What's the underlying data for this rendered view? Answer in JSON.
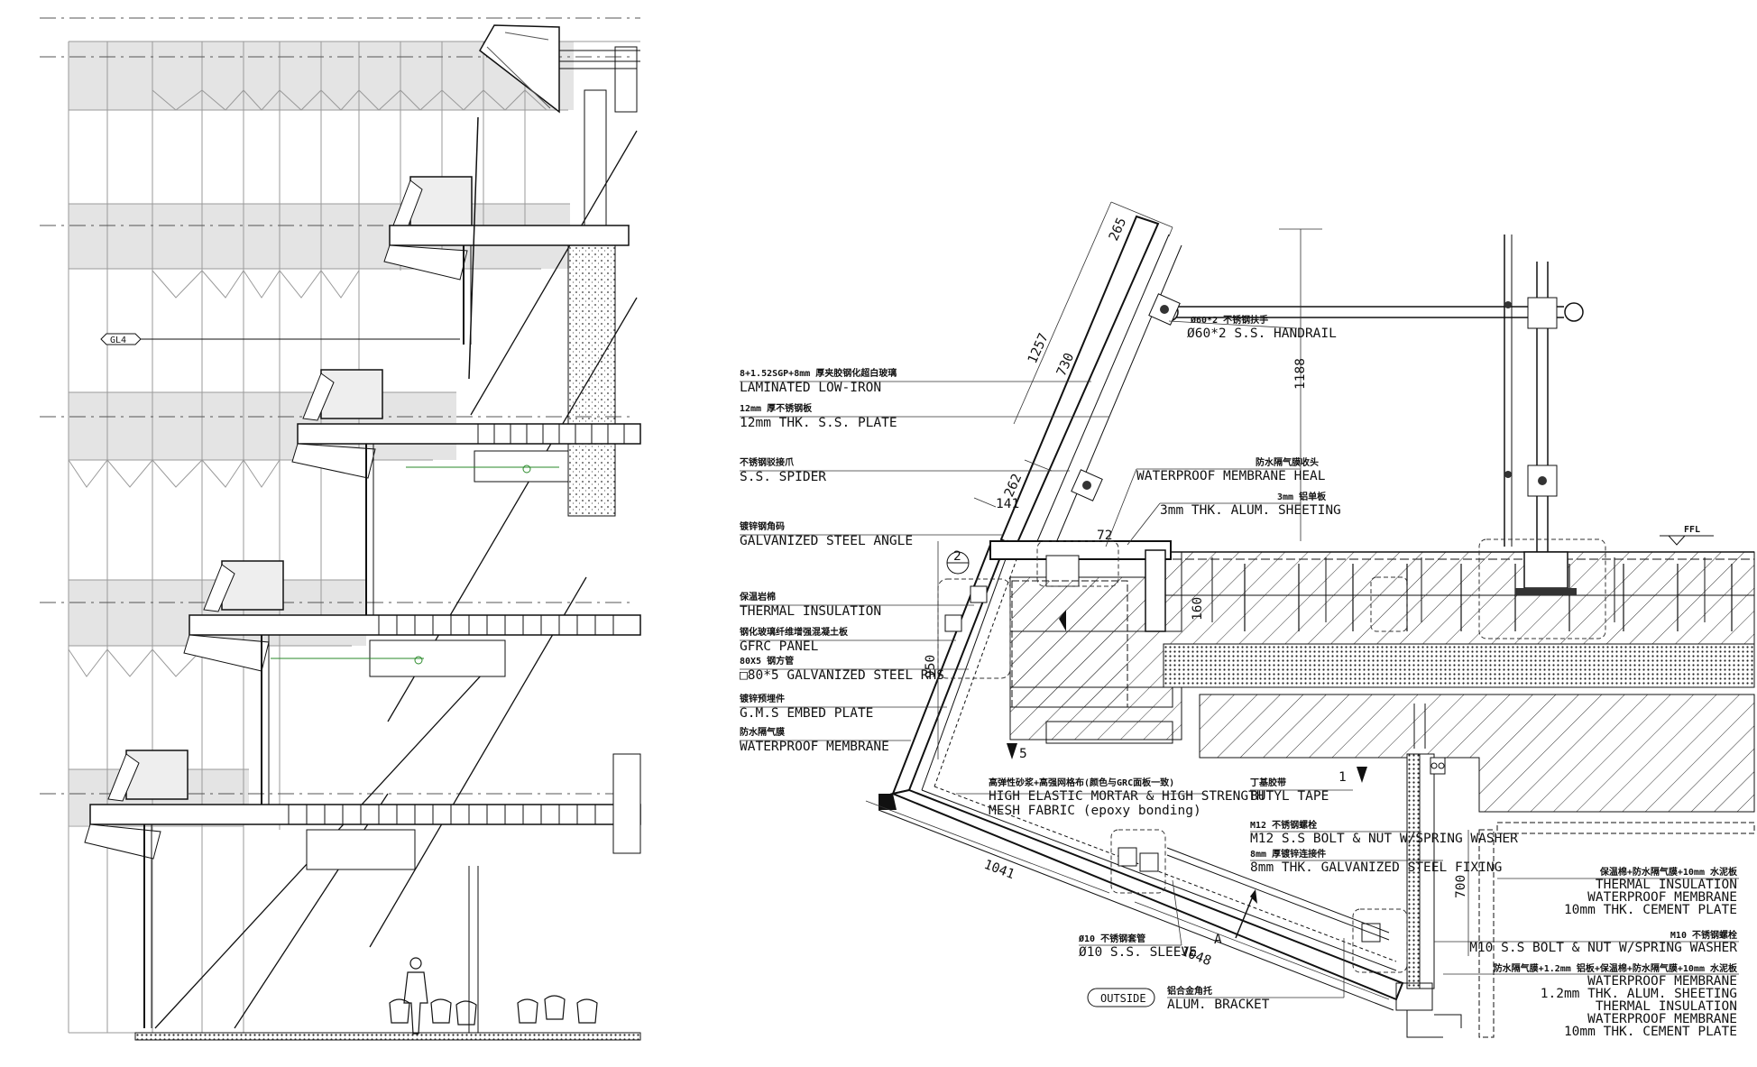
{
  "left_section": {
    "tag": "GL4"
  },
  "detail": {
    "dimensions": {
      "d265": "265",
      "d1257": "1257",
      "d730": "730",
      "d262": "262",
      "d141": "141",
      "d1188": "1188",
      "d72": "72",
      "d950": "950",
      "d160": "160",
      "d700": "700",
      "d1041": "1041",
      "d1048": "1048"
    },
    "markers": {
      "m2": "2",
      "m5": "5",
      "m1": "1",
      "a": "A",
      "ffl": "FFL"
    },
    "outside": "OUTSIDE",
    "labels_left": [
      {
        "cn": "8+1.52SGP+8mm 厚夹胶钢化超白玻璃",
        "en": "LAMINATED LOW-IRON"
      },
      {
        "cn": "12mm 厚不锈钢板",
        "en": "12mm THK. S.S. PLATE"
      },
      {
        "cn": "不锈钢驳接爪",
        "en": "S.S. SPIDER"
      },
      {
        "cn": "镀锌钢角码",
        "en": "GALVANIZED STEEL ANGLE"
      },
      {
        "cn": "保温岩棉",
        "en": "THERMAL INSULATION"
      },
      {
        "cn": "钢化玻璃纤维增强混凝土板",
        "en": "GFRC PANEL"
      },
      {
        "cn": "80X5 钢方管",
        "en": "□80*5 GALVANIZED STEEL RHS"
      },
      {
        "cn": "镀锌预埋件",
        "en": "G.M.S EMBED PLATE"
      },
      {
        "cn": "防水隔气膜",
        "en": "WATERPROOF MEMBRANE"
      }
    ],
    "labels_mid": [
      {
        "cn": "Ø60*2 不锈钢扶手",
        "en": "Ø60*2 S.S. HANDRAIL"
      },
      {
        "cn": "防水隔气膜收头",
        "en": "WATERPROOF MEMBRANE HEAL"
      },
      {
        "cn": "3mm 铝单板",
        "en": "3mm THK. ALUM. SHEETING"
      },
      {
        "cn": "高弹性砂浆+高强网格布(颜色与GRC面板一致)",
        "en": "HIGH ELASTIC MORTAR & HIGH STRENGTH",
        "en2": "MESH FABRIC (epoxy bonding)"
      },
      {
        "cn": "丁基胶带",
        "en": "BUTYL TAPE"
      },
      {
        "cn": "M12 不锈钢螺栓",
        "en": "M12 S.S BOLT & NUT W/SPRING WASHER"
      },
      {
        "cn": "8mm 厚镀锌连接件",
        "en": "8mm THK. GALVANIZED STEEL FIXING"
      },
      {
        "cn": "Ø10 不锈钢套管",
        "en": "Ø10 S.S. SLEEVE"
      },
      {
        "cn": "铝合金角托",
        "en": "ALUM. BRACKET"
      }
    ],
    "labels_right": {
      "g1_cn": "保温棉+防水隔气膜+10mm 水泥板",
      "g1_en": [
        "THERMAL INSULATION",
        "WATERPROOF MEMBRANE",
        "10mm THK. CEMENT PLATE"
      ],
      "g2_cn": "M10 不锈钢螺栓",
      "g2_en": "M10 S.S BOLT & NUT W/SPRING WASHER",
      "g3_cn": "防水隔气膜+1.2mm 铝板+保温棉+防水隔气膜+10mm 水泥板",
      "g3_en": [
        "WATERPROOF MEMBRANE",
        "1.2mm THK. ALUM. SHEETING",
        "THERMAL INSULATION",
        "WATERPROOF MEMBRANE",
        "10mm THK. CEMENT PLATE"
      ]
    }
  }
}
